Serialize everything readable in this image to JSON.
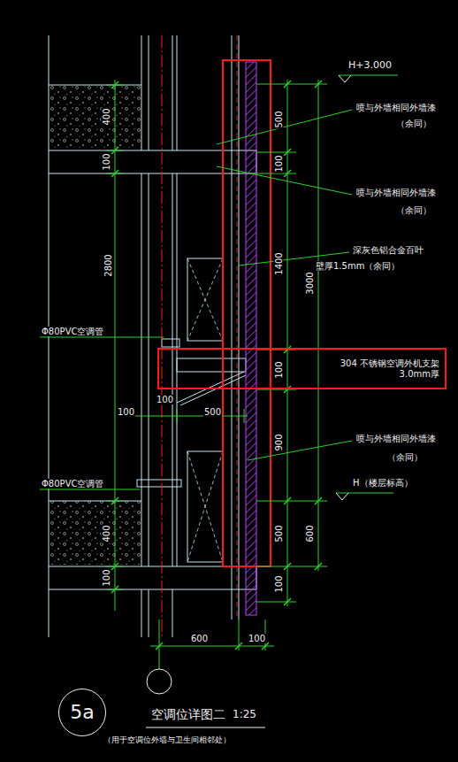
{
  "diagram": {
    "title": "空调位详图二",
    "caption": "（用于空调位外墙与卫生间相邻处）",
    "nodes": [
      {
        "text": [
          "304 不锈钢空调外机支架",
          "3.0mm厚"
        ]
      },
      {
        "text": [
          "5a"
        ]
      }
    ],
    "labels": [
      "H+3.000",
      "500",
      "100",
      "1400",
      "100",
      "900",
      "500",
      "100",
      "3000",
      "600",
      "喷与外墙相同外墙漆",
      "（余同）",
      "喷与外墙相同外墙漆",
      "（余同）",
      "深灰色铝合金百叶",
      "壁厚1.5mm（余同）",
      "喷与外墙相同外墙漆",
      "（余同）",
      "H（楼层标高）",
      "400",
      "100",
      "2800",
      "Φ80PVC空调管",
      "100",
      "100",
      "500",
      "Φ80PVC空调管",
      "400",
      "100",
      "600",
      "100",
      "1:25"
    ]
  }
}
